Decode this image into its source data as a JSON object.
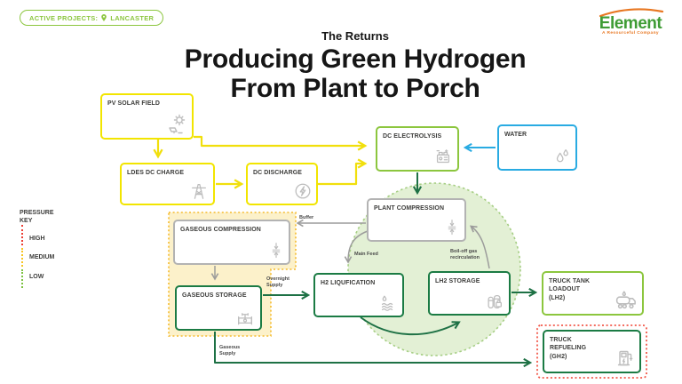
{
  "badge": {
    "prefix": "ACTIVE PROJECTS:",
    "location": "LANCASTER",
    "pin_icon": "map-pin-icon",
    "color": "#8CC63F"
  },
  "header": {
    "kicker": "The Returns",
    "title_line1": "Producing Green Hydrogen",
    "title_line2": "From Plant to Porch"
  },
  "logo": {
    "name": "Element",
    "tagline": "A Resourceful Company",
    "text_color": "#3F9C35",
    "arc_color": "#E87722"
  },
  "pressure_key": {
    "title": "PRESSURE\nKEY",
    "items": [
      {
        "label": "HIGH",
        "color": "#EC3E33"
      },
      {
        "label": "MEDIUM",
        "color": "#F7C522"
      },
      {
        "label": "LOW",
        "color": "#7DC242"
      }
    ]
  },
  "nodes": {
    "pv_solar_field": {
      "label": "PV SOLAR FIELD",
      "icon": "solar-sun-icon",
      "border": "#F2E500"
    },
    "ldes_dc_charge": {
      "label": "LDES DC CHARGE",
      "icon": "transmission-tower-icon",
      "border": "#F2E500"
    },
    "dc_discharge": {
      "label": "DC DISCHARGE",
      "icon": "lightning-circle-icon",
      "border": "#F2E500"
    },
    "dc_electrolysis": {
      "label": "DC ELECTROLYSIS",
      "icon": "electrolyzer-icon",
      "border": "#8CC63E"
    },
    "water": {
      "label": "WATER",
      "icon": "water-drops-icon",
      "border": "#29ABE2"
    },
    "plant_compression": {
      "label": "PLANT COMPRESSION",
      "icon": "compressor-icon",
      "border": "#B3B3B3"
    },
    "gaseous_compression": {
      "label": "GASEOUS COMPRESSION",
      "icon": "compressor-icon",
      "border": "#B3B3B3"
    },
    "gaseous_storage": {
      "label": "GASEOUS STORAGE",
      "icon": "valve-icon",
      "border": "#1B7B44"
    },
    "h2_liquification": {
      "label": "H2 LIQUFICATION",
      "icon": "liquefaction-icon",
      "border": "#1B7B44"
    },
    "lh2_storage": {
      "label": "LH2 STORAGE",
      "icon": "storage-tanks-icon",
      "border": "#1B7B44"
    },
    "truck_tank_loadout": {
      "label": "TRUCK TANK LOADOUT (LH2)",
      "icon": "tanker-truck-icon",
      "border": "#8CC63E"
    },
    "truck_refueling": {
      "label": "TRUCK REFUELING (GH2)",
      "icon": "fuel-dispenser-icon",
      "border": "#1B7B44",
      "pressure": "HIGH"
    }
  },
  "flow_labels": {
    "buffer": "Buffer",
    "main_feed": "Main Feed",
    "boil_off": "Boil-off gas\nrecirculation",
    "overnight_supply": "Overnight\nSupply",
    "gaseous_supply": "Gaseous\nSupply"
  },
  "colors": {
    "arrow_yellow": "#F1DF0C",
    "arrow_green": "#1E7145",
    "arrow_blue": "#29ABE2",
    "arrow_gray": "#9C9C9B",
    "plant_zone_fill": "#E3F0D5",
    "plant_zone_stroke": "#A6CE84",
    "buffer_zone_fill": "#FCF1CA",
    "buffer_zone_stroke": "#F5BB2E",
    "high_pressure_stroke": "#F2594B"
  }
}
